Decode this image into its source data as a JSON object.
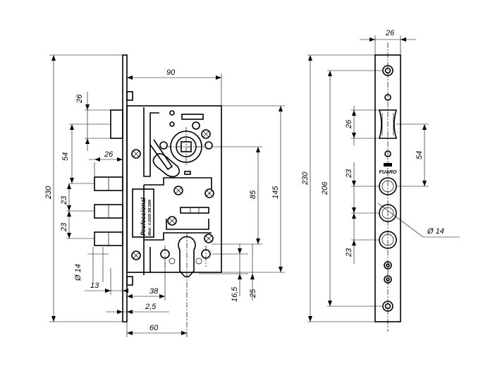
{
  "left_view": {
    "dimensions": {
      "overall_height": "230",
      "body_depth": "90",
      "bolt_spacing_top": "26",
      "hook_to_bolts": "54",
      "bolt_protrusion": "26",
      "bolt_pitch_1": "23",
      "bolt_pitch_2": "23",
      "lower_height": "145",
      "cylinder_to_bolt": "85",
      "cylinder_diameter": "Ø 14",
      "cylinder_offset": "13",
      "spindle_to_edge": "38",
      "faceplate_thickness": "2,5",
      "backset": "60",
      "cylinder_height": "16,5",
      "cylinder_bottom": "25"
    },
    "plate_label": "Professional",
    "model_label": "Mod.: V-2025-3M.SM4"
  },
  "right_view": {
    "dimensions": {
      "faceplate_width": "26",
      "overall_height": "230",
      "screw_span": "206",
      "latch_height": "26",
      "latch_to_bolt": "54",
      "bolt_pitch_1": "23",
      "bolt_pitch_2": "23",
      "bolt_diameter": "Ø 14"
    },
    "brand": "FUARO"
  }
}
